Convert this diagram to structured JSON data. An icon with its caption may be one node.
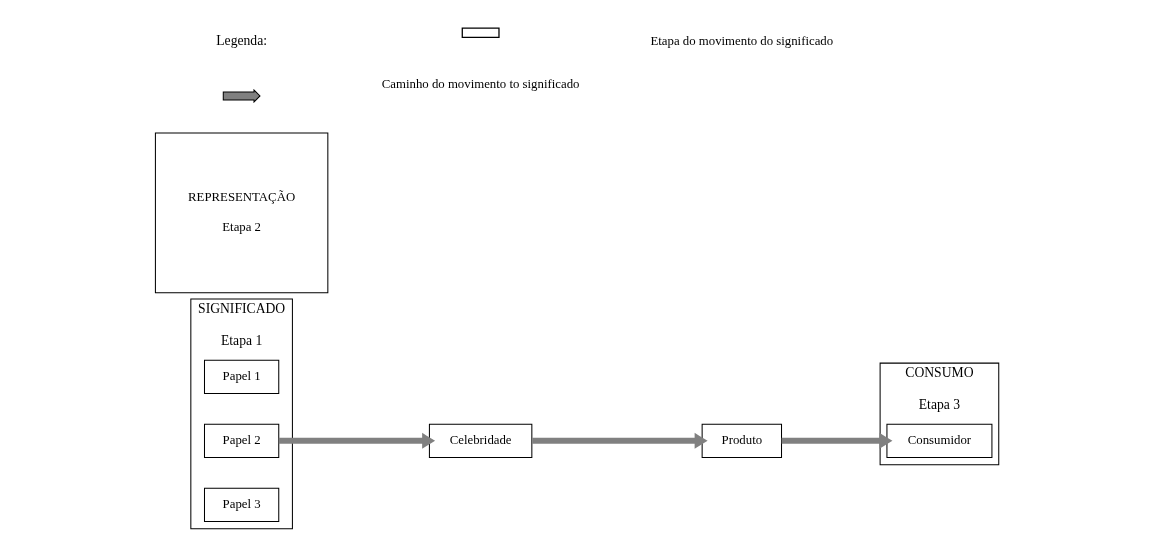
{
  "diagram": {
    "nodes": [
      {
        "text": [
          "SIGNIFICADO",
          "Etapa 1"
        ]
      },
      {
        "text": [
          "Papel 1"
        ],
        "in": 0
      },
      {
        "text": [
          "Papel 2"
        ],
        "in": 0
      },
      {
        "text": [
          "Papel 3"
        ],
        "in": 0
      },
      {
        "text": [
          "REPRESENTAÇÃO",
          "Etapa 2"
        ]
      },
      {
        "text": [
          "CONSUMO",
          "Etapa 3"
        ]
      },
      {
        "text": [
          "Celebridade"
        ]
      },
      {
        "text": [
          "Produto"
        ]
      },
      {
        "text": [
          "Consumidor"
        ],
        "in": 5
      }
    ],
    "edges": [
      {
        "from": 2,
        "to": 6,
        "arrow": "to"
      },
      {
        "from": 6,
        "to": 7,
        "arrow": "to"
      },
      {
        "from": 7,
        "to": 8,
        "arrow": "to"
      }
    ],
    "labels": [
      "Legenda:"
    ],
    "legend": [
      {
        "text": "Etapa do movimento do significado"
      },
      {
        "text": "Caminho do movimento to significado"
      }
    ]
  }
}
